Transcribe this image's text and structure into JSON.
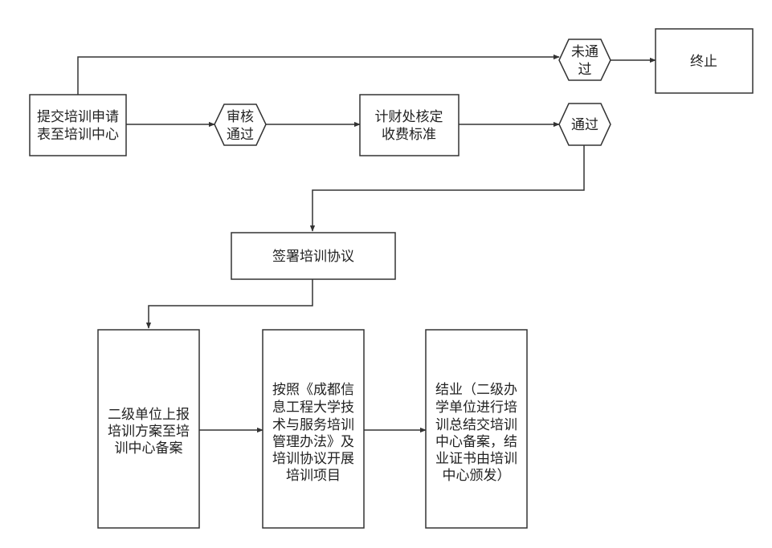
{
  "nodes": {
    "submit": {
      "lines": [
        "提交培训申请",
        "表至培训中心"
      ]
    },
    "review_pass": {
      "lines": [
        "审核",
        "通过"
      ]
    },
    "finance": {
      "lines": [
        "计财处核定",
        "收费标准"
      ]
    },
    "not_pass": {
      "lines": [
        "未通",
        "过"
      ]
    },
    "terminate": {
      "lines": [
        "终止"
      ]
    },
    "pass": {
      "lines": [
        "通过"
      ]
    },
    "sign": {
      "lines": [
        "签署培训协议"
      ]
    },
    "report": {
      "lines": [
        "二级单位上报",
        "培训方案至培",
        "训中心备案"
      ]
    },
    "conduct": {
      "lines": [
        "按照《成都信",
        "息工程大学技",
        "术与服务培训",
        "管理办法》及",
        "培训协议开展",
        "培训项目"
      ]
    },
    "complete": {
      "lines": [
        "结业（二级办",
        "学单位进行培",
        "训总结交培训",
        "中心备案，结",
        "业证书由培训",
        "中心颁发）"
      ]
    }
  },
  "colors": {
    "stroke": "#333333",
    "text": "#222222",
    "fill": "#ffffff"
  }
}
